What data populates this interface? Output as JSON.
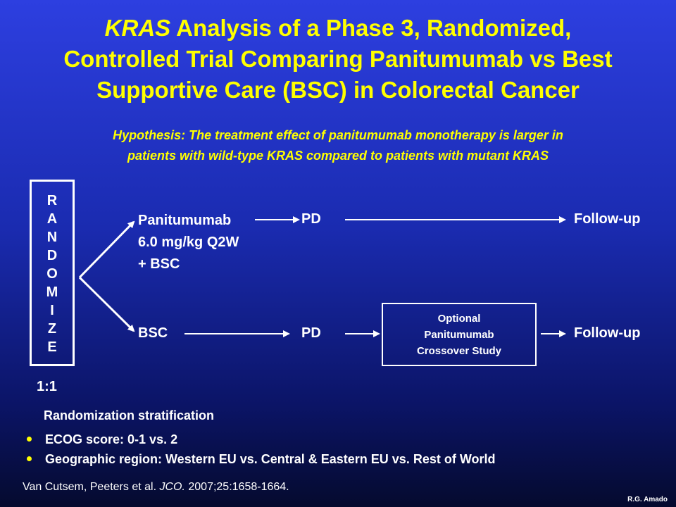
{
  "title": {
    "italic_part": "KRAS",
    "line1_rest": " Analysis of a Phase 3, Randomized,",
    "line2": "Controlled Trial Comparing Panitumumab vs Best",
    "line3": "Supportive Care (BSC) in Colorectal Cancer"
  },
  "hypothesis": {
    "line1": "Hypothesis: The treatment effect of panitumumab monotherapy is larger in",
    "line2": "patients with wild-type KRAS compared to patients with mutant KRAS"
  },
  "randomize": {
    "letters": [
      "R",
      "A",
      "N",
      "D",
      "O",
      "M",
      "I",
      "Z",
      "E"
    ],
    "ratio": "1:1"
  },
  "arms": {
    "panitumumab": {
      "line1": "Panitumumab",
      "line2": "6.0 mg/kg Q2W",
      "line3": "+ BSC",
      "pd": "PD",
      "followup": "Follow-up"
    },
    "bsc": {
      "label": "BSC",
      "pd": "PD",
      "crossover": [
        "Optional",
        "Panitumumab",
        "Crossover Study"
      ],
      "followup": "Follow-up"
    }
  },
  "stratification": {
    "heading": "Randomization stratification",
    "items": [
      "ECOG score:  0-1 vs. 2",
      "Geographic region:  Western EU vs. Central & Eastern EU vs. Rest of World"
    ]
  },
  "reference": {
    "authors": "Van Cutsem, Peeters et al. ",
    "journal": "JCO.",
    "citation": " 2007;25:1658-1664."
  },
  "author_mark": "R.G. Amado",
  "colors": {
    "title": "#ffff00",
    "text": "#ffffff",
    "bullet": "#ffff00",
    "background_top": "#2d3fe0",
    "background_bottom": "#050a2e"
  }
}
